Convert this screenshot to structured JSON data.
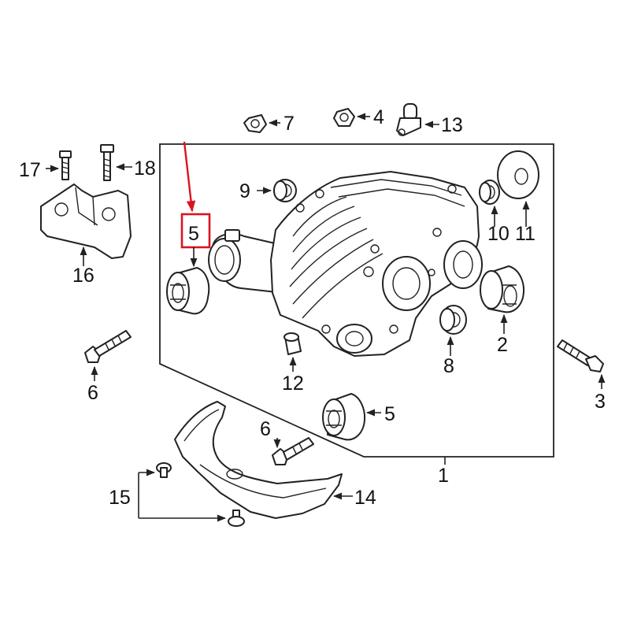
{
  "callouts": {
    "c1": "1",
    "c2": "2",
    "c3": "3",
    "c4": "4",
    "c5_box": "5",
    "c5_lower": "5",
    "c6_left": "6",
    "c6_mid": "6",
    "c7": "7",
    "c8": "8",
    "c9": "9",
    "c10": "10",
    "c11": "11",
    "c12": "12",
    "c13": "13",
    "c14": "14",
    "c15": "15",
    "c16": "16",
    "c17": "17",
    "c18": "18"
  },
  "colors": {
    "highlight": "#d9141e",
    "line": "#222222"
  }
}
